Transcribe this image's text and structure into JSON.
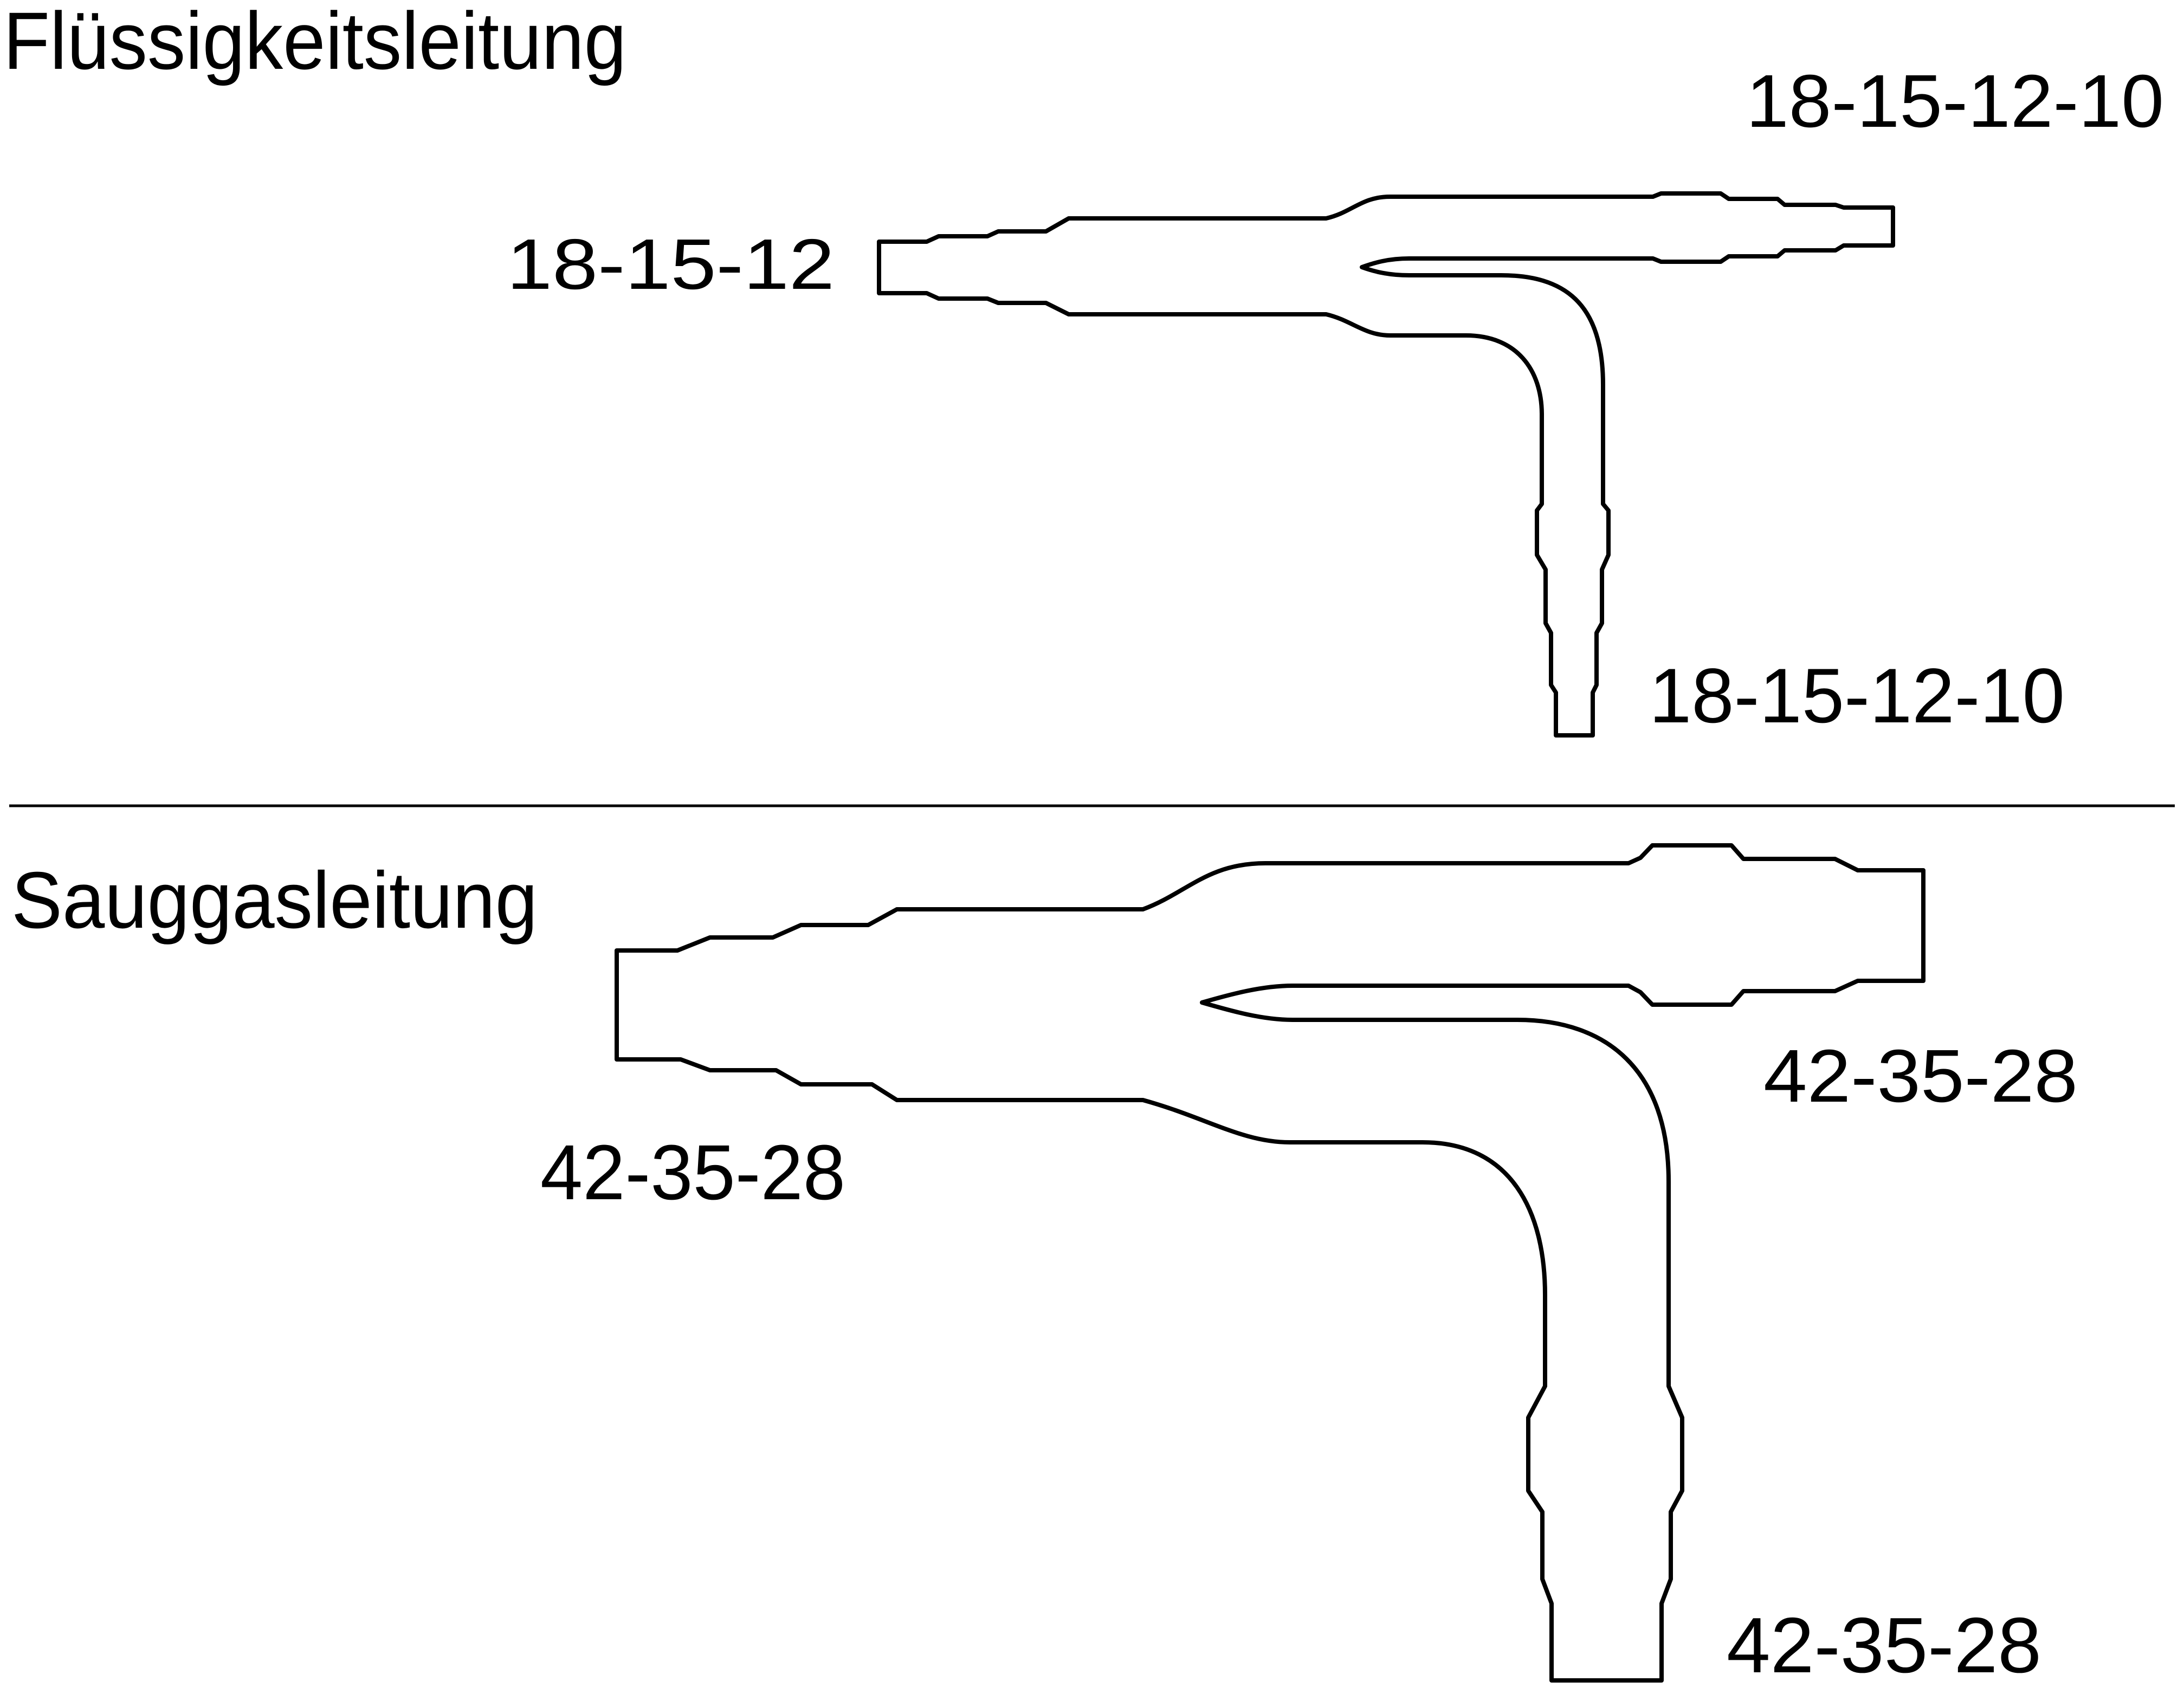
{
  "diagram": {
    "liquid_section": {
      "title": "Flüssigkeitsleitung",
      "inlet_label": "18-15-12",
      "branch_right_label": "18-15-12-10",
      "branch_bottom_label": "18-15-12-10"
    },
    "suction_section": {
      "title": "Sauggasleitung",
      "inlet_label": "42-35-28",
      "branch_right_label": "42-35-28",
      "branch_bottom_label": "42-35-28"
    },
    "colors": {
      "line": "#000000",
      "background": "#ffffff"
    }
  }
}
